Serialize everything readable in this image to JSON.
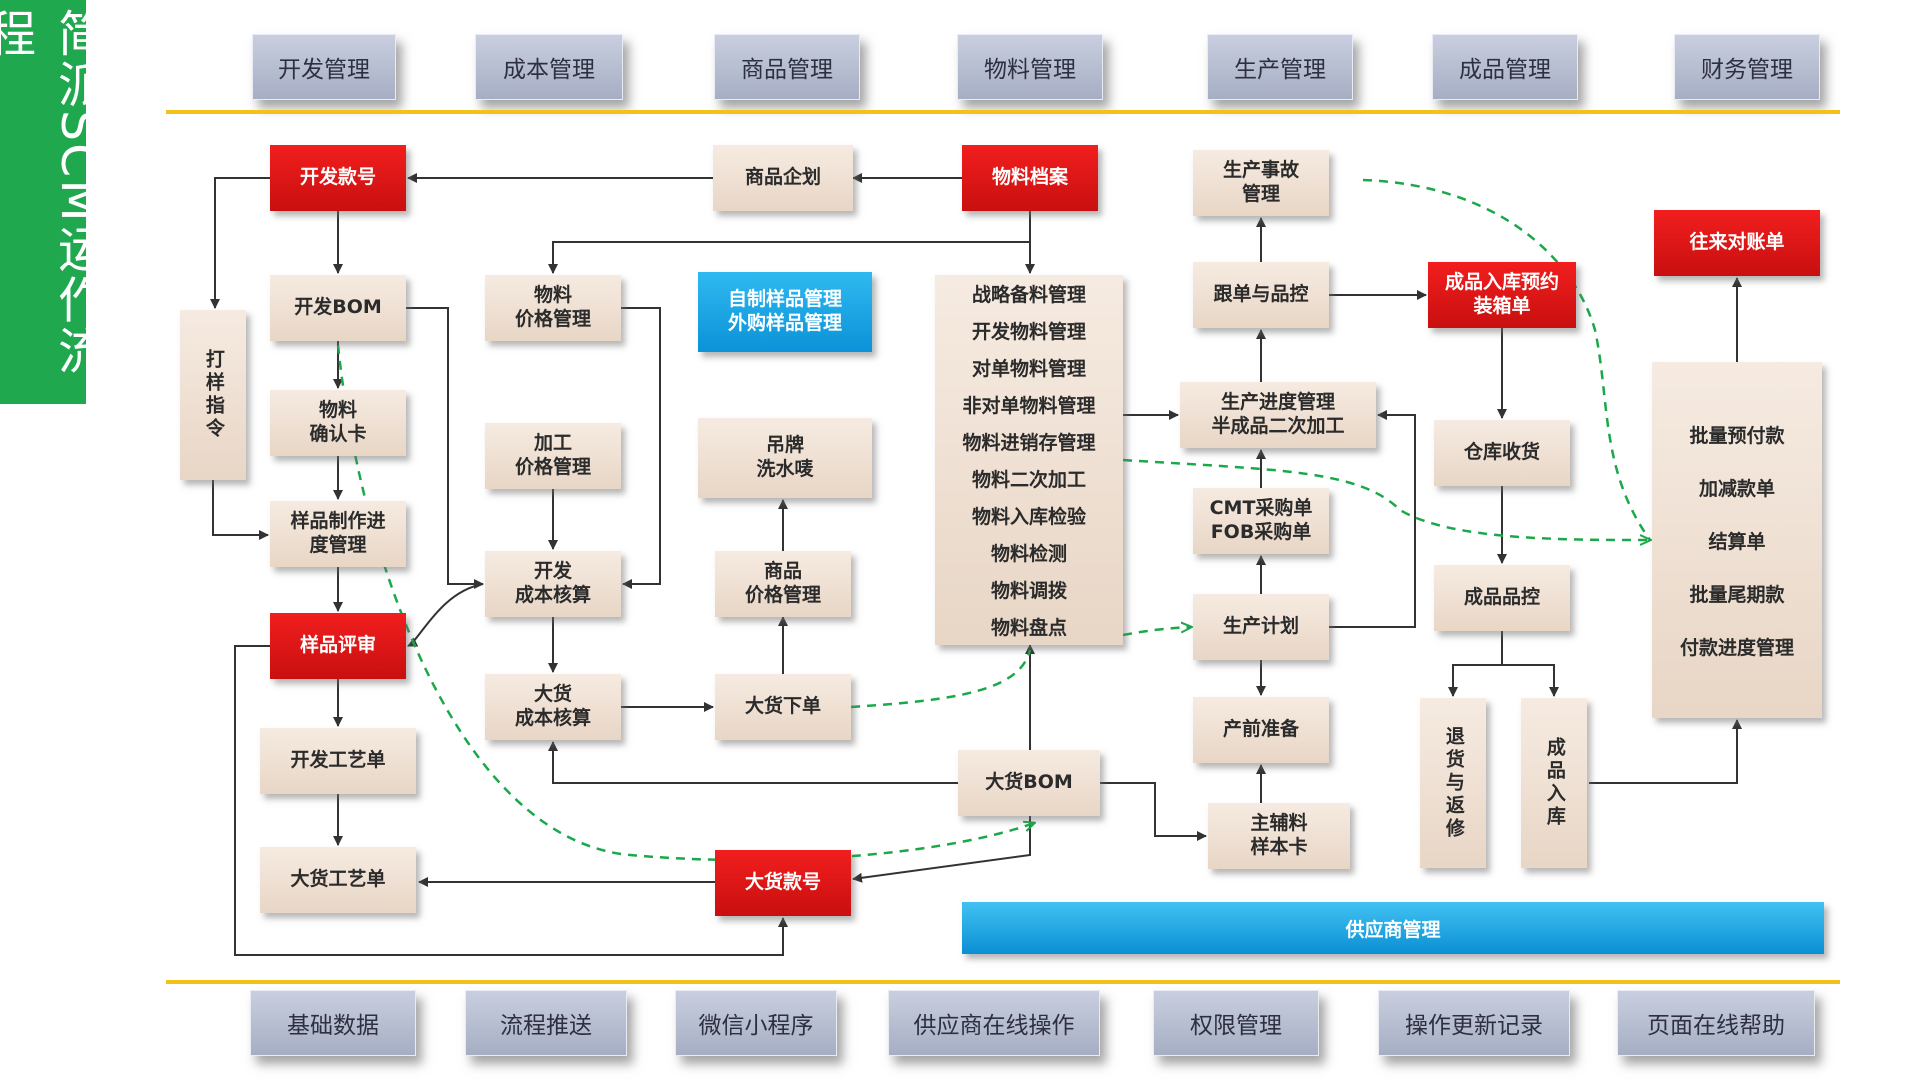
{
  "title": "简派SCM运作流程",
  "top_nav": [
    "开发管理",
    "成本管理",
    "商品管理",
    "物料管理",
    "生产管理",
    "成品管理",
    "财务管理"
  ],
  "bottom_nav": [
    "基础数据",
    "流程推送",
    "微信小程序",
    "供应商在线操作",
    "权限管理",
    "操作更新记录",
    "页面在线帮助"
  ],
  "nodes": {
    "dev_style_no": "开发款号",
    "dev_bom": "开发BOM",
    "proof_order": "打样指令",
    "material_confirm": "物料\n确认卡",
    "sample_progress": "样品制作进\n度管理",
    "sample_review": "样品评审",
    "dev_process": "开发工艺单",
    "bulk_process": "大货工艺单",
    "material_price": "物料\n价格管理",
    "process_price": "加工\n价格管理",
    "dev_costing": "开发\n成本核算",
    "bulk_costing": "大货\n成本核算",
    "product_planning": "商品企划",
    "sample_mgmt": "自制样品管理\n外购样品管理",
    "tag_label": "吊牌\n洗水唛",
    "product_price": "商品\n价格管理",
    "bulk_order": "大货下单",
    "bulk_style_no": "大货款号",
    "material_file": "物料档案",
    "bulk_bom": "大货BOM",
    "prod_accident": "生产事故\n管理",
    "follow_qc": "跟单与品控",
    "prod_progress": "生产进度管理\n半成品二次加工",
    "cmt_fob": "CMT采购单\nFOB采购单",
    "prod_plan": "生产计划",
    "pre_prod": "产前准备",
    "main_aux_card": "主辅料\n样本卡",
    "fg_reservation": "成品入库预约\n装箱单",
    "warehouse_receipt": "仓库收货",
    "fg_qc": "成品品控",
    "return_repair": "退货与返修",
    "fg_inbound": "成品入库",
    "reconciliation": "往来对账单",
    "supplier_mgmt": "供应商管理"
  },
  "material_items": [
    "战略备料管理",
    "开发物料管理",
    "对单物料管理",
    "非对单物料管理",
    "物料进销存管理",
    "物料二次加工",
    "物料入库检验",
    "物料检测",
    "物料调拨",
    "物料盘点"
  ],
  "finance_items": [
    "批量预付款",
    "加减款单",
    "结算单",
    "批量尾期款",
    "付款进度管理"
  ],
  "colors": {
    "title_green": "#1fa84e",
    "highlight_red": "#e01414",
    "highlight_blue": "#1aa6e6",
    "divider_gold": "#f2c21b",
    "flow_green": "#1aa84a"
  }
}
